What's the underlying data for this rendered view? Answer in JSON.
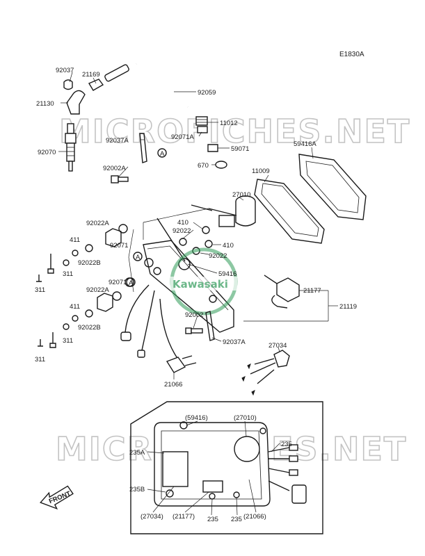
{
  "diagram_code": "E1830A",
  "watermark": "MICROFICHES.NET",
  "logo_text": "Kawasaki",
  "front_label": "FRONT",
  "callout_a": "A",
  "labels": {
    "p92037": "92037",
    "p21169": "21169",
    "p21130": "21130",
    "p92059": "92059",
    "p11012": "11012",
    "p92071A_top": "92071A",
    "p92037A_top": "92037A",
    "p59071": "59071",
    "p59416A": "59416A",
    "p92070": "92070",
    "p92002A": "92002A",
    "p670": "670",
    "p11009": "11009",
    "p27010": "27010",
    "p410_a": "410",
    "p92022_a": "92022",
    "p410_b": "410",
    "p92022_b": "92022",
    "p92022A_a": "92022A",
    "p92071_a": "92071",
    "p411_a": "411",
    "p92022B_a": "92022B",
    "p311_a": "311",
    "p311_b": "311",
    "p59416": "59416",
    "p92071_b": "92071",
    "p92022A_b": "92022A",
    "p21177": "21177",
    "p21119": "21119",
    "p411_b": "411",
    "p92022B_b": "92022B",
    "p92002": "92002",
    "p311_c": "311",
    "p311_d": "311",
    "p92037A_bot": "92037A",
    "p27034": "27034",
    "p21066": "21066",
    "in_59416": "(59416)",
    "in_27010": "(27010)",
    "in_235_top": "235",
    "in_235A": "235A",
    "in_235B": "235B",
    "in_27034": "(27034)",
    "in_21177": "(21177)",
    "in_235_mid": "235",
    "in_235_bot": "235",
    "in_21066": "(21066)"
  }
}
